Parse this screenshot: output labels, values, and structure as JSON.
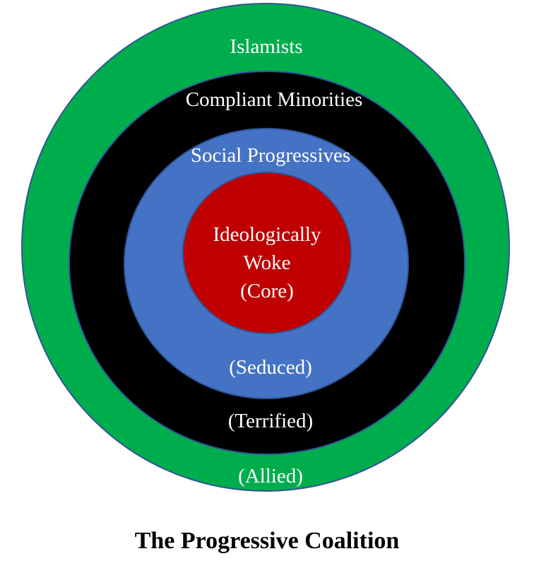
{
  "rings": {
    "outer": {
      "title": "Islamists",
      "subtitle": "(Allied)",
      "color": "#00ad4d"
    },
    "second": {
      "title": "Compliant Minorities",
      "subtitle": "(Terrified)",
      "color": "#000000"
    },
    "third": {
      "title": "Social Progressives",
      "subtitle": "(Seduced)",
      "color": "#4472c4"
    },
    "core": {
      "lines": [
        "Ideologically",
        "Woke",
        "(Core)"
      ],
      "color": "#c00000"
    }
  },
  "ring_border_color": "#2f5597",
  "caption": "The Progressive Coalition"
}
